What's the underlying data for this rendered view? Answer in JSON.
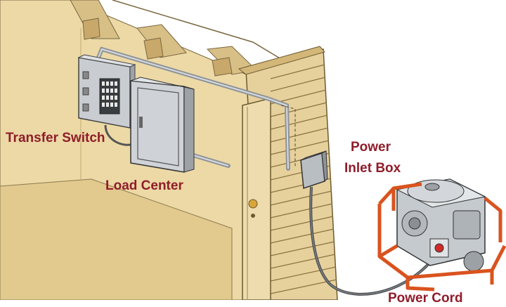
{
  "labels": {
    "transfer_switch": "Transfer Switch",
    "load_center": "Load Center",
    "power_inlet_line1": "Power",
    "power_inlet_line2": "Inlet Box",
    "cord_partial": "Power Cord"
  },
  "colors": {
    "label": "#8f1d2a",
    "wall_interior": "#ecd9a6",
    "siding": "#e6d09c",
    "generator_frame": "#d9531e",
    "panel_gray": "#c9cdd1"
  },
  "icons": {
    "door_knob": "door-knob-icon",
    "generator": "generator-icon"
  }
}
